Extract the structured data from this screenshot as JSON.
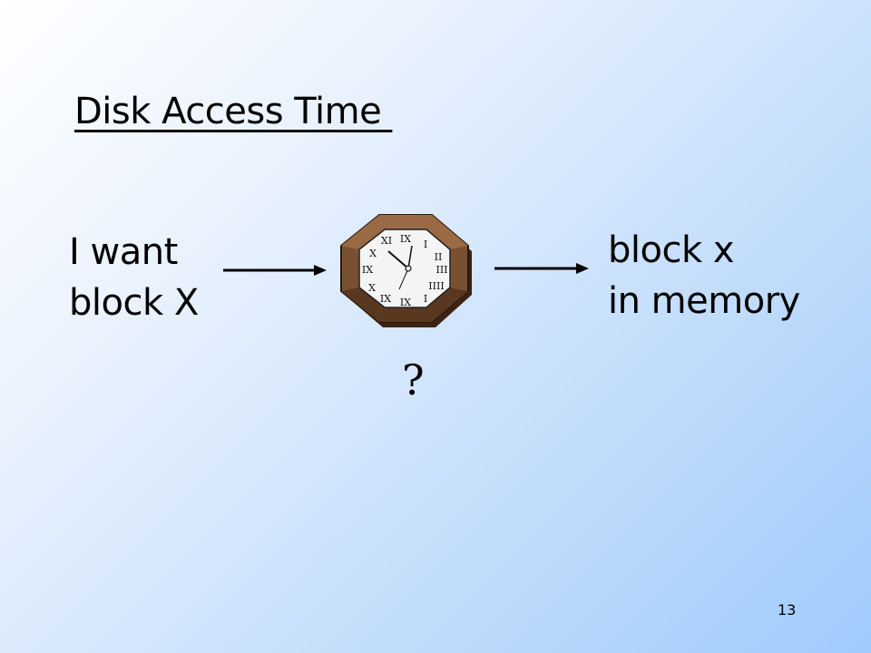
{
  "slide": {
    "title": "Disk Access Time ",
    "left_lines": [
      "I want",
      "block X"
    ],
    "right_lines": [
      "block x",
      "in memory"
    ],
    "question": "?",
    "page_number": "13"
  },
  "icons": {
    "left_arrow": "arrow-right-icon",
    "right_arrow": "arrow-right-icon",
    "clock": "clock-icon"
  },
  "colors": {
    "clock_frame": "#7a5032",
    "clock_frame_dark": "#4e3019",
    "clock_face": "#f4f4f4"
  }
}
